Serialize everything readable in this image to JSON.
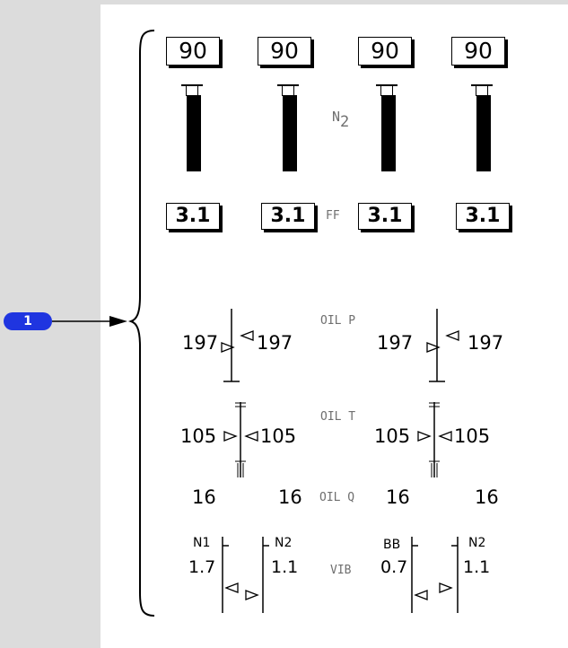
{
  "callout": {
    "number": "1"
  },
  "engines": {
    "n2_values": [
      "90",
      "90",
      "90",
      "90"
    ],
    "ff_values": [
      "3.1",
      "3.1",
      "3.1",
      "3.1"
    ]
  },
  "labels": {
    "n2": "N",
    "n2_sub": "2",
    "ff": "FF",
    "oil_p": "OIL P",
    "oil_t": "OIL T",
    "oil_q": "OIL Q",
    "vib": "VIB"
  },
  "oil_pressure": [
    "197",
    "197",
    "197",
    "197"
  ],
  "oil_temperature": [
    "105",
    "105",
    "105",
    "105"
  ],
  "oil_quantity": [
    "16",
    "16",
    "16",
    "16"
  ],
  "vibration": {
    "labels": [
      "N1",
      "N2",
      "BB",
      "N2"
    ],
    "values": [
      "1.7",
      "1.1",
      "0.7",
      "1.1"
    ]
  },
  "colors": {
    "callout": "#1f35e0",
    "panel": "#dcdcdc",
    "label_gray": "#6f6f6f"
  }
}
